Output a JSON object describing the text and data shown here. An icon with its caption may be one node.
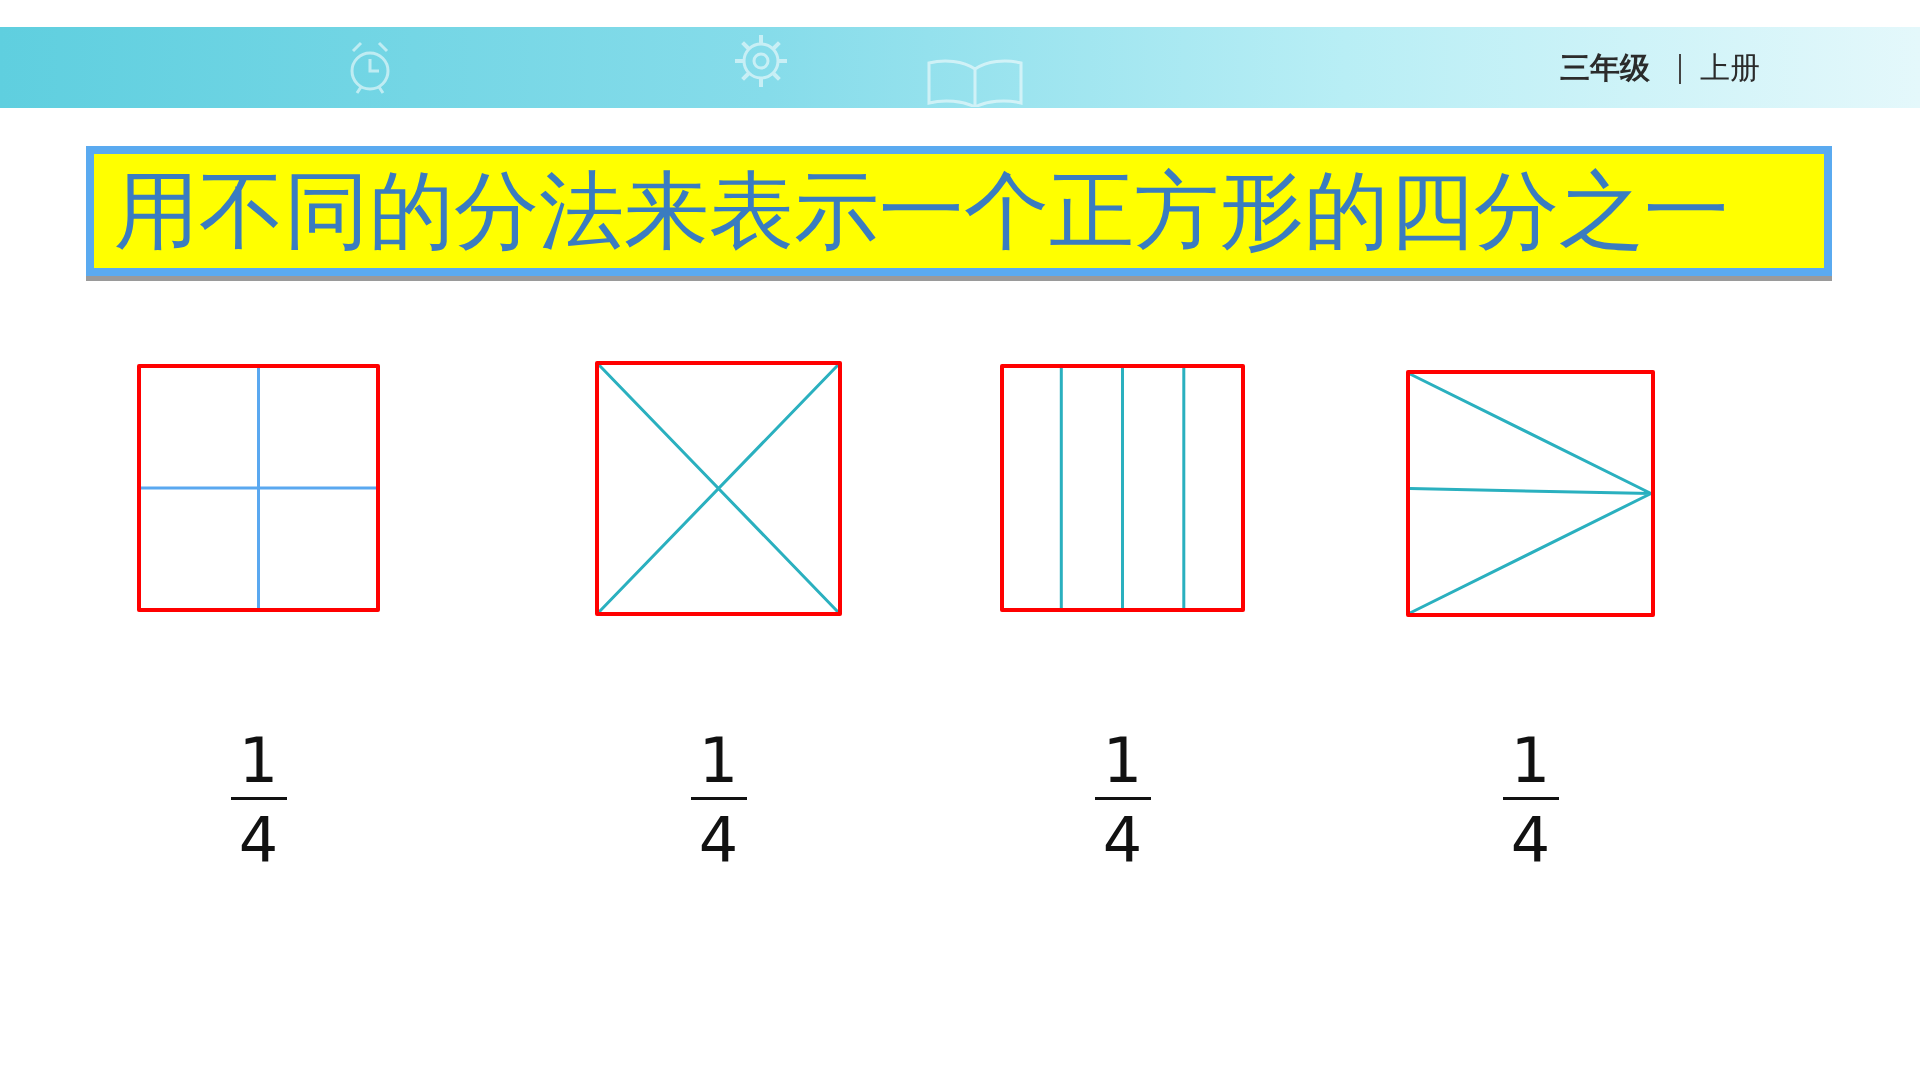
{
  "diagram": {
    "title": "用不同的分法来表示一个正方形的四分之一",
    "nodes": [
      {
        "text": [],
        "shape": "box",
        "beside": [
          "1",
          "4"
        ]
      },
      {
        "text": [],
        "shape": "box",
        "beside": [
          "1",
          "4"
        ]
      },
      {
        "text": [],
        "shape": "box",
        "beside": [
          "1",
          "4"
        ]
      },
      {
        "text": [],
        "shape": "box",
        "beside": [
          "1",
          "4"
        ]
      }
    ],
    "labels": [
      "三年级",
      "上册"
    ]
  }
}
